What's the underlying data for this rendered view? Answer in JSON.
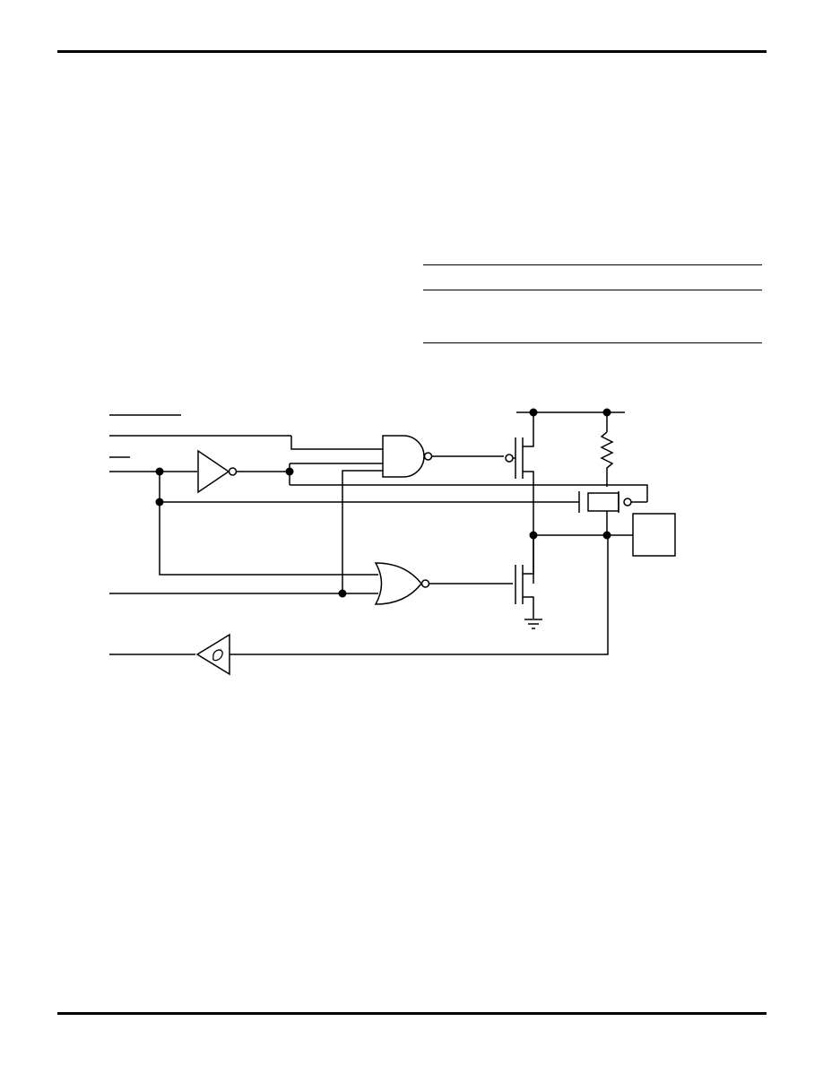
{
  "page": {
    "header_rule": "top-horizontal-rule",
    "footer_rule": "bottom-horizontal-rule"
  },
  "table": {
    "rules": 3
  },
  "diagram": {
    "components": [
      "nand-gate",
      "nor-gate",
      "inverter",
      "schmitt-input-buffer",
      "p-channel-mosfet",
      "n-channel-mosfet",
      "pull-up-resistor",
      "p-channel-keeper-transistor",
      "pin-pad",
      "vdd-rail",
      "ground"
    ],
    "colors": {
      "line": "#000000",
      "background": "#ffffff"
    }
  }
}
